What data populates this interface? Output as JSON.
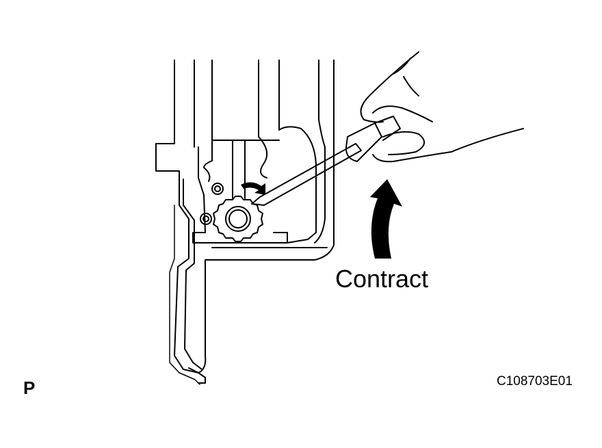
{
  "labels": {
    "action": "Contract",
    "view": "P",
    "figure_code": "C108703E01"
  },
  "colors": {
    "ink": "#000000",
    "background": "#ffffff"
  }
}
